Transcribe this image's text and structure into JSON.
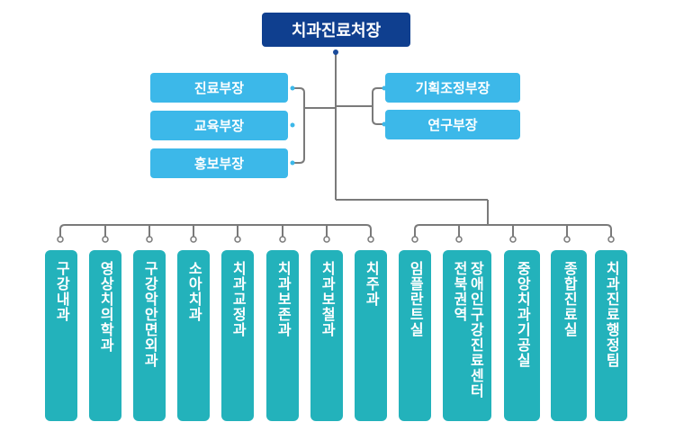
{
  "chart": {
    "title": "치과진료처장",
    "left_units": [
      "진료부장",
      "교육부장",
      "홍보부장"
    ],
    "right_units": [
      "기획조정부장",
      "연구부장"
    ],
    "departments": [
      "구강내과",
      "영상치의학과",
      "구강악안면외과",
      "소아치과",
      "치과교정과",
      "치과보존과",
      "치과보철과",
      "치주과",
      "임플란트실",
      "장애인구강진료센터 전북권역",
      "중앙치과기공실",
      "종합진료실",
      "치과진료행정팀"
    ]
  },
  "colors": {
    "top": "#0f3f8f",
    "unit": "#3cb8e9",
    "dept": "#23b2bb",
    "line": "#7a7a7a"
  }
}
